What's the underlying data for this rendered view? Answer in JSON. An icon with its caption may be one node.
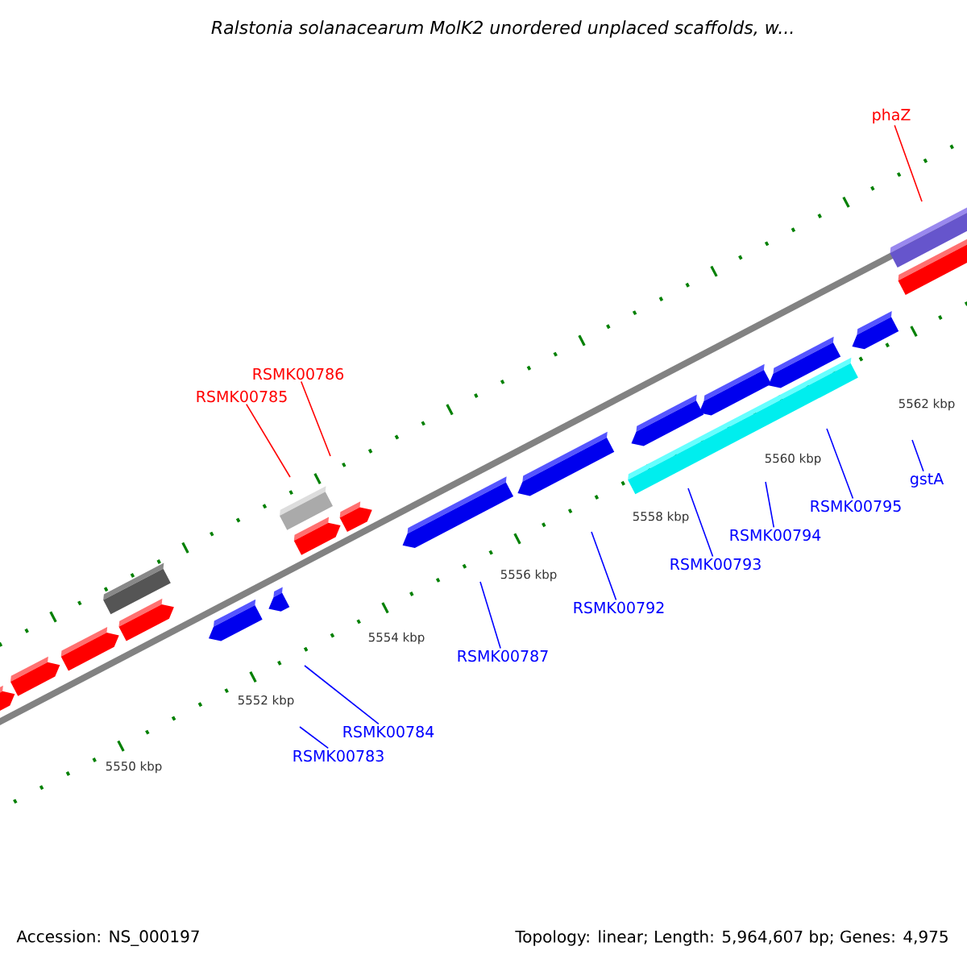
{
  "diagram": {
    "title": "Ralstonia solanacearum MolK2 unordered unplaced scaffolds, w...",
    "nodes": [
      {
        "text": [
          "phaZ"
        ]
      },
      {
        "text": [
          "RSMK00786"
        ]
      },
      {
        "text": [
          "RSMK00785"
        ]
      },
      {
        "text": [
          "gstA"
        ]
      },
      {
        "text": [
          "RSMK00795"
        ]
      },
      {
        "text": [
          "RSMK00794"
        ]
      },
      {
        "text": [
          "RSMK00793"
        ]
      },
      {
        "text": [
          "RSMK00792"
        ]
      },
      {
        "text": [
          "RSMK00787"
        ]
      },
      {
        "text": [
          "RSMK00784"
        ]
      },
      {
        "text": [
          "RSMK00783"
        ]
      }
    ],
    "edges": [
      {
        "from": 0,
        "to": null,
        "arrow": "none",
        "color": "#ff0000"
      },
      {
        "from": 1,
        "to": null,
        "arrow": "none",
        "color": "#ff0000"
      },
      {
        "from": 2,
        "to": null,
        "arrow": "none",
        "color": "#ff0000"
      },
      {
        "from": 3,
        "to": null,
        "arrow": "none"
      },
      {
        "from": 4,
        "to": null,
        "arrow": "none"
      },
      {
        "from": 5,
        "to": null,
        "arrow": "none"
      },
      {
        "from": 6,
        "to": null,
        "arrow": "none"
      },
      {
        "from": 7,
        "to": null,
        "arrow": "none"
      },
      {
        "from": 8,
        "to": null,
        "arrow": "none"
      },
      {
        "from": 9,
        "to": null,
        "arrow": "none"
      },
      {
        "from": 10,
        "to": null,
        "arrow": "none"
      }
    ],
    "labels": [
      "5562 kbp",
      "5560 kbp",
      "5558 kbp",
      "5556 kbp",
      "5554 kbp",
      "5552 kbp",
      "5550 kbp",
      "Accession: NS_000197",
      "Topology: linear; Length: 5,964,607 bp; Genes: 4,975"
    ]
  }
}
